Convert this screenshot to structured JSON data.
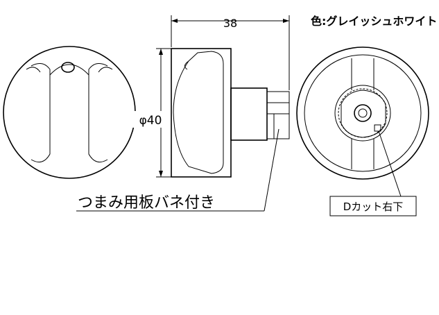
{
  "annotations": {
    "color_note": "色:グレイッシュホワイト",
    "width_dim": "38",
    "diameter_dim": "φ40",
    "leaf_spring_note": "つまみ用板バネ付き",
    "d_cut_note": "Dカット右下"
  }
}
